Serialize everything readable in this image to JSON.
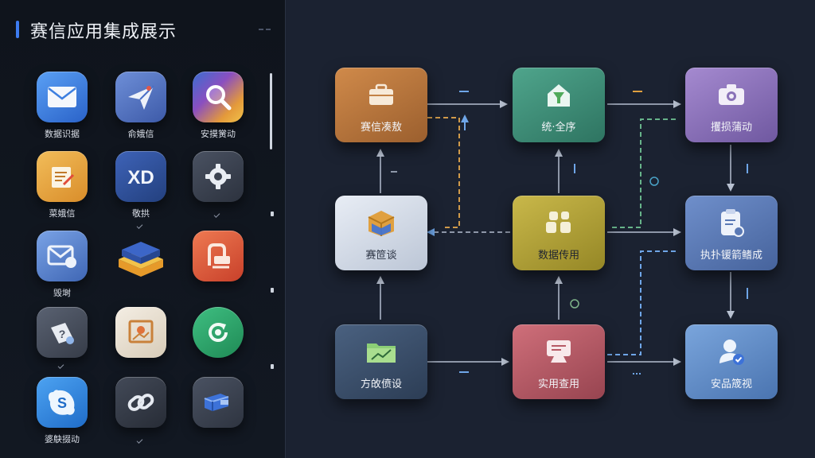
{
  "panel": {
    "title": "赛信应用集成展示"
  },
  "apps": [
    {
      "label": "数据识据",
      "icon": "mail-icon",
      "color": "#3d7fe0"
    },
    {
      "label": "俞娥信",
      "icon": "paper-plane-icon",
      "color": "#4a6fc7"
    },
    {
      "label": "安摸黉动",
      "icon": "magnifier-icon",
      "color": "#d88a3a"
    },
    {
      "label": "菜娥信",
      "icon": "notepad-icon",
      "color": "#e0a040"
    },
    {
      "label": "敬拱",
      "icon": "xd-icon",
      "color": "#2f4e9a"
    },
    {
      "label": "",
      "icon": "gear-icon",
      "color": "#3b4250"
    },
    {
      "label": "毁埘",
      "icon": "envelope-check-icon",
      "color": "#4f78c4"
    },
    {
      "label": "",
      "icon": "layered-box-icon",
      "color": "#3c66c8"
    },
    {
      "label": "",
      "icon": "pen-document-icon",
      "color": "#d9573a"
    },
    {
      "label": "",
      "icon": "ticket-question-icon",
      "color": "#4a5262"
    },
    {
      "label": "",
      "icon": "photo-frame-icon",
      "color": "#e8e1d6"
    },
    {
      "label": "",
      "icon": "refresh-icon",
      "color": "#27a167"
    },
    {
      "label": "婆鴃掇动",
      "icon": "skype-icon",
      "color": "#2f86e0"
    },
    {
      "label": "",
      "icon": "chain-link-icon",
      "color": "#343a46"
    },
    {
      "label": "",
      "icon": "truck-icon",
      "color": "#3b4250"
    }
  ],
  "flow": {
    "nodes": [
      {
        "id": "n1",
        "label": "赛信凑敖",
        "icon": "briefcase-icon",
        "color": "#b8773f"
      },
      {
        "id": "n2",
        "label": "统·全序",
        "icon": "house-filter-icon",
        "color": "#3f8d78"
      },
      {
        "id": "n3",
        "label": "攫损蒲动",
        "icon": "camera-icon",
        "color": "#8a72b8"
      },
      {
        "id": "n4",
        "label": "赛笸谈",
        "icon": "box-icon",
        "color": "#d6dde8"
      },
      {
        "id": "n5",
        "label": "数据传用",
        "icon": "blocks-icon",
        "color": "#b0a233"
      },
      {
        "id": "n6",
        "label": "执扑锾箭鳍成",
        "icon": "clipboard-icon",
        "color": "#5a79b5"
      },
      {
        "id": "n7",
        "label": "方敀偾设",
        "icon": "folder-chart-icon",
        "color": "#3a4f6a"
      },
      {
        "id": "n8",
        "label": "实用查用",
        "icon": "monitor-icon",
        "color": "#b75a66"
      },
      {
        "id": "n9",
        "label": "安品筬视",
        "icon": "user-check-icon",
        "color": "#5e8cc7"
      }
    ]
  }
}
